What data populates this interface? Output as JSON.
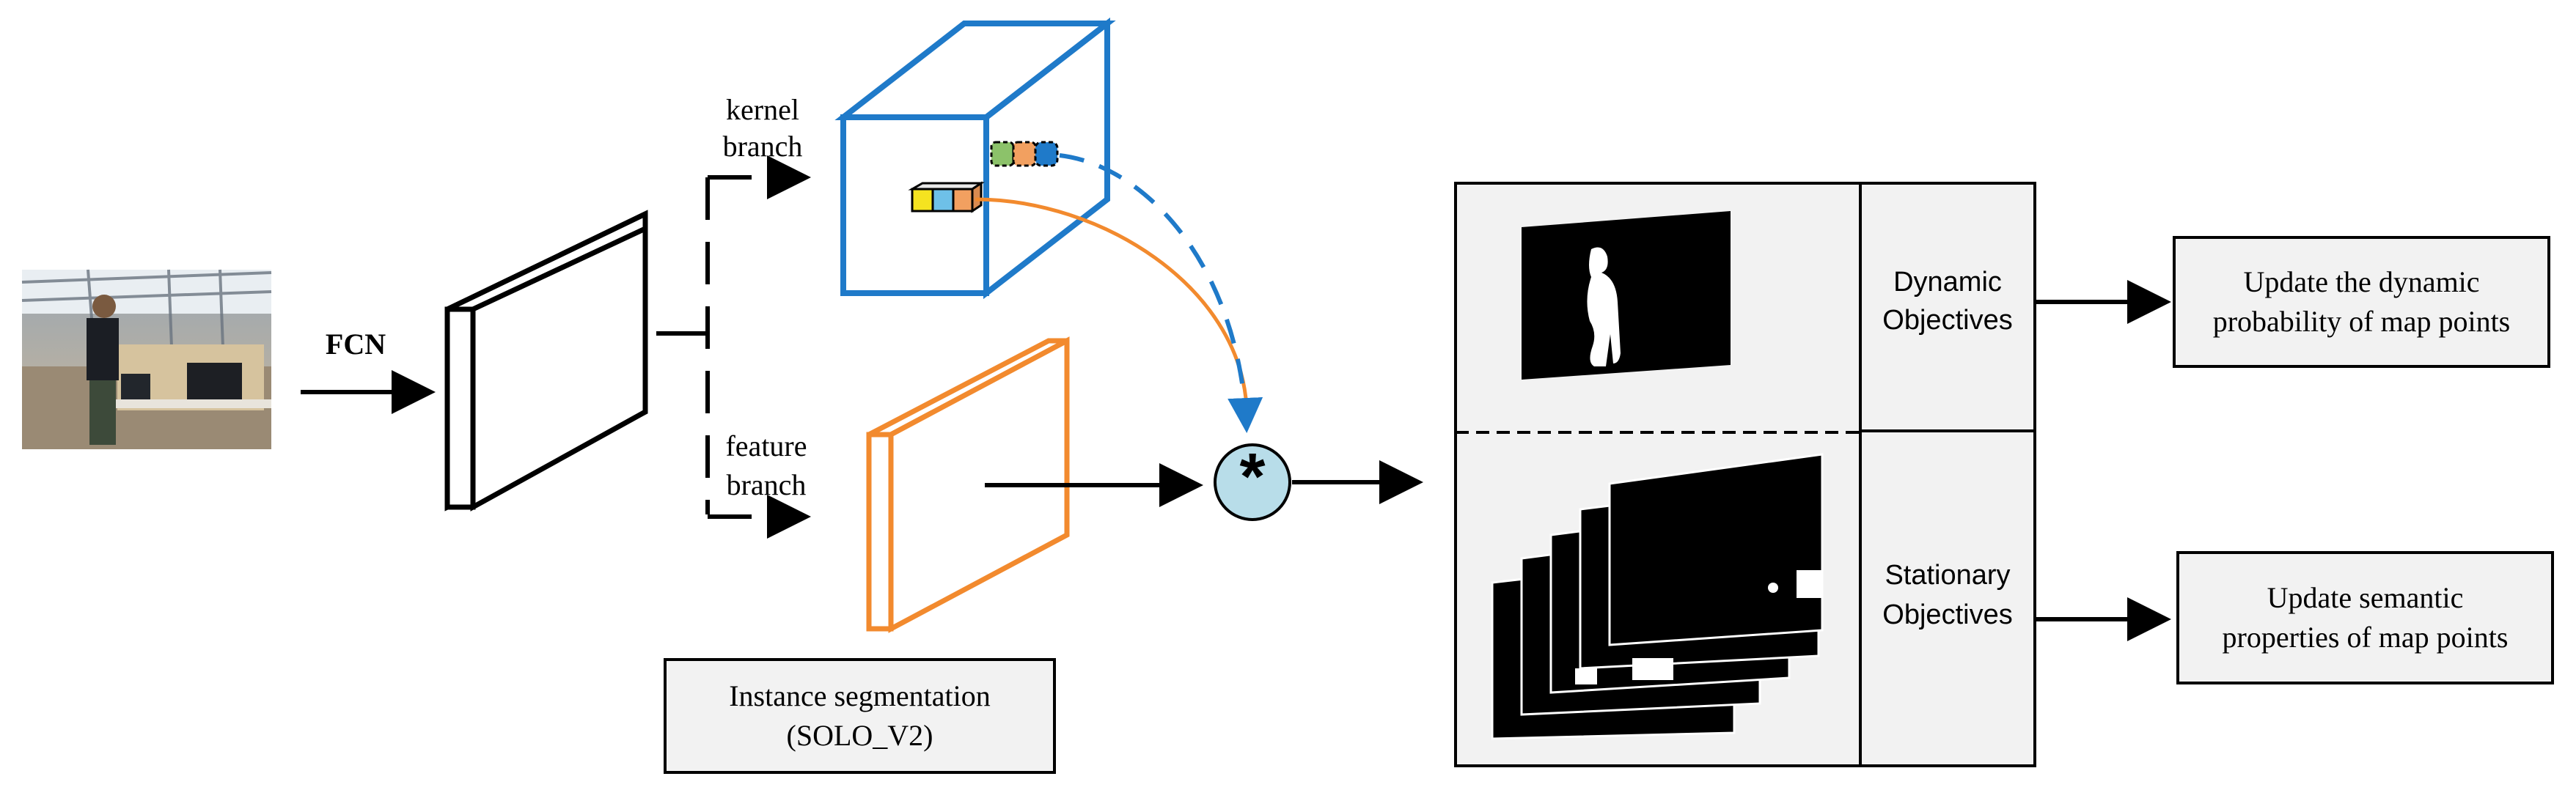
{
  "labels": {
    "fcn": "FCN",
    "kernel_branch_1": "kernel",
    "kernel_branch_2": "branch",
    "feature_branch_1": "feature",
    "feature_branch_2": "branch",
    "conv_symbol": "*",
    "dynamic_1": "Dynamic",
    "dynamic_2": "Objectives",
    "stationary_1": "Stationary",
    "stationary_2": "Objectives"
  },
  "instance_segmentation": {
    "line1": "Instance segmentation",
    "line2": "(SOLO_V2)"
  },
  "outputs": {
    "dynamic_line1": "Update the dynamic",
    "dynamic_line2": "probability of map points",
    "semantic_line1": "Update semantic",
    "semantic_line2": "properties of map points"
  },
  "colors": {
    "kernel_blue": "#1f7ac9",
    "feature_orange": "#f28a2e",
    "conv_circle": "#b8dde9",
    "box_fill": "#f2f2f2"
  }
}
